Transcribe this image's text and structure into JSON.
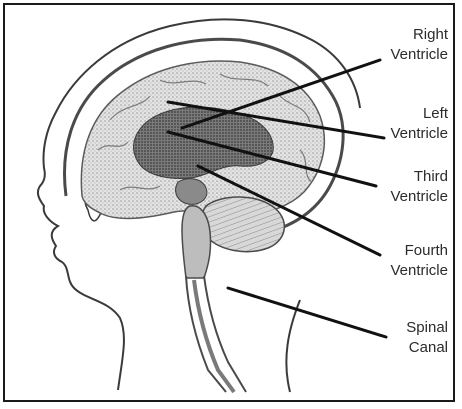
{
  "diagram": {
    "labels": [
      {
        "id": "right-ventricle",
        "line1": "Right",
        "line2": "Ventricle"
      },
      {
        "id": "left-ventricle",
        "line1": "Left",
        "line2": "Ventricle"
      },
      {
        "id": "third-ventricle",
        "line1": "Third",
        "line2": "Ventricle"
      },
      {
        "id": "fourth-ventricle",
        "line1": "Fourth",
        "line2": "Ventricle"
      },
      {
        "id": "spinal-canal",
        "line1": "Spinal",
        "line2": "Canal"
      }
    ]
  },
  "colors": {
    "outline": "#3a3a3a",
    "ventricle_fill": "#6e6e6e",
    "brain_shade": "#c9c9c9",
    "frame": "#1a1a1a"
  }
}
